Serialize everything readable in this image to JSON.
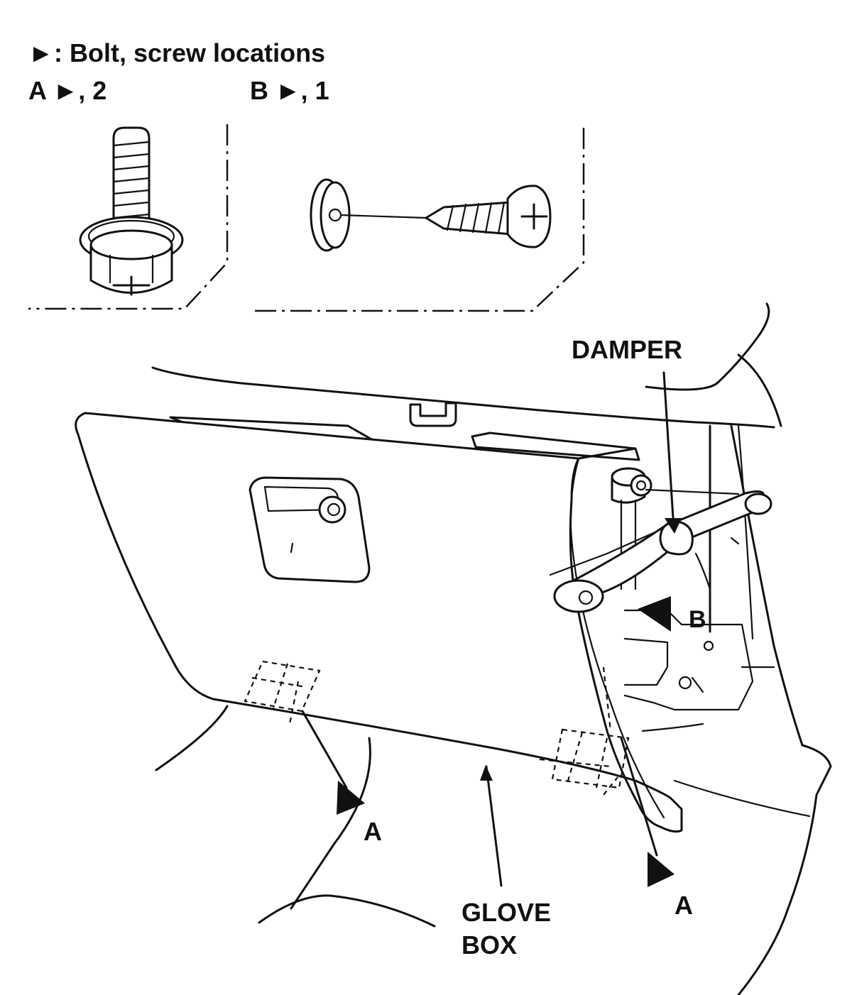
{
  "legend": {
    "heading_symbol": "►",
    "heading_text": ": Bolt, screw locations",
    "item_a": "A ►, 2",
    "item_b": "B ►, 1"
  },
  "callouts": {
    "damper": "DAMPER",
    "glove_box_line1": "GLOVE",
    "glove_box_line2": "BOX",
    "b_marker": "B",
    "a_marker_left": "A",
    "a_marker_right": "A"
  }
}
